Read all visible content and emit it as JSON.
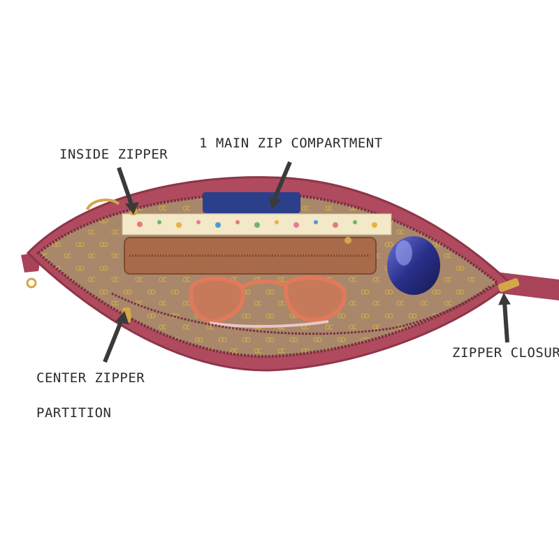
{
  "labels": {
    "inside_zipper": "INSIDE ZIPPER",
    "main_compartment": "1 MAIN ZIP COMPARTMENT",
    "zipper_closure": "ZIPPER CLOSURE",
    "center_zipper": "CENTER ZIPPER",
    "partition": "PARTITION"
  },
  "colors": {
    "bag_leather": "#b04a5e",
    "bag_leather_dark": "#8e3548",
    "lining": "#a8876a",
    "lining_pattern": "#c9a84f",
    "wallet": "#a86a48",
    "book_cover": "#f3e8c8",
    "sunglasses_frame": "#e07a5a",
    "bottle": "#2a2f8a",
    "hardware_gold": "#d4a64a",
    "arrow": "#3a3a3a",
    "text": "#2b2b2b"
  }
}
